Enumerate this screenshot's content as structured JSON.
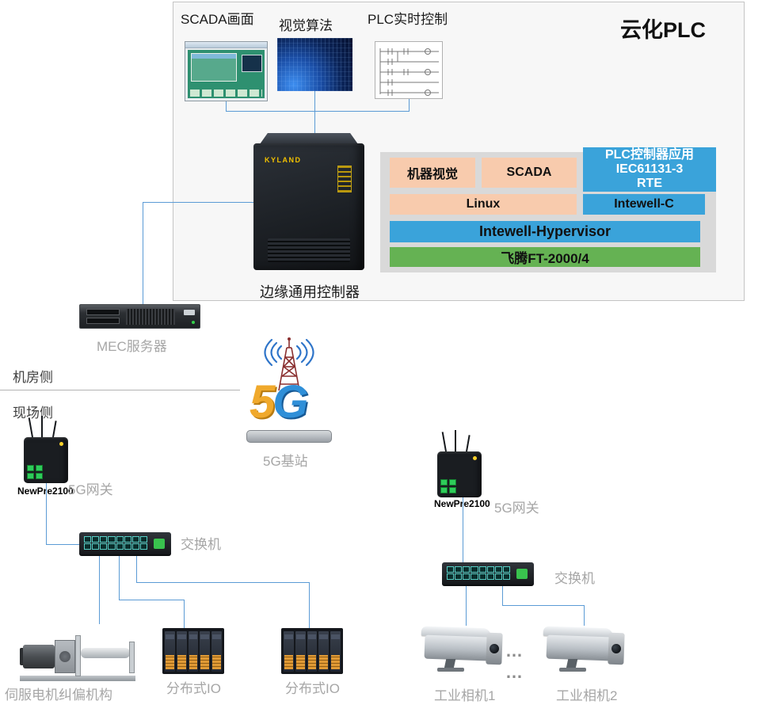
{
  "title": "云化PLC",
  "screens": {
    "scada": "SCADA画面",
    "vision": "视觉算法",
    "plc": "PLC实时控制"
  },
  "controller": {
    "brand": "KYLAND",
    "label": "边缘通用控制器"
  },
  "stack": {
    "machine_vision": "机器视觉",
    "scada": "SCADA",
    "plc_app": "PLC控制器应用\nIEC61131-3\nRTE",
    "linux": "Linux",
    "intewell_c": "Intewell-C",
    "hypervisor": "Intewell-Hypervisor",
    "cpu": "飞腾FT-2000/4"
  },
  "zones": {
    "room": "机房侧",
    "field": "现场侧"
  },
  "devices": {
    "mec_label": "MEC服务器",
    "bts_label": "5G基站",
    "bts_5": "5",
    "bts_g": "G",
    "gw_left_model": "NewPre2100",
    "gw_left_label": "5G网关",
    "gw_right_model": "NewPre2100",
    "gw_right_label": "5G网关",
    "switch_left_label": "交换机",
    "switch_right_label": "交换机",
    "servo_label": "伺服电机纠偏机构",
    "io1_label": "分布式IO",
    "io2_label": "分布式IO",
    "cam1_label": "工业相机1",
    "cam2_label": "工业相机2",
    "ellipsis": "…\n…"
  },
  "colors": {
    "peach": "#f8cbad",
    "blue": "#3aa3da",
    "green": "#65b253",
    "line_blue": "#5b9bd5"
  }
}
